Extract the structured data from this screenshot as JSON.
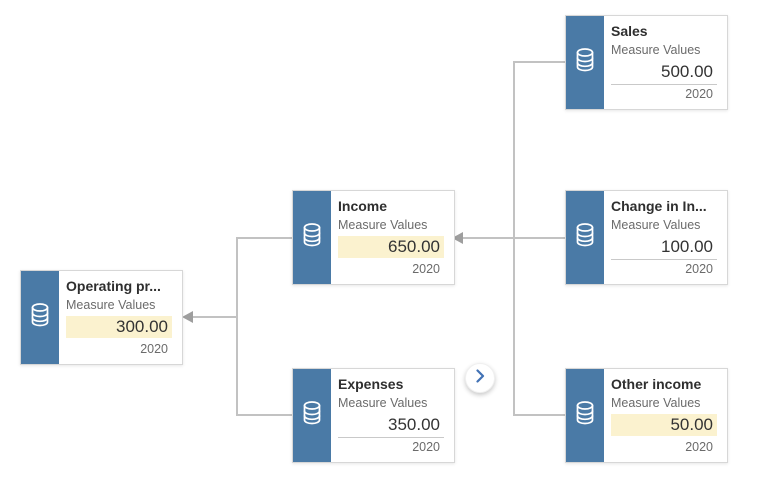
{
  "diagram": {
    "type": "value-driver-tree",
    "measure_label": "Measure Values",
    "period": "2020",
    "nodes": [
      {
        "id": "operating-profit",
        "title": "Operating pr...",
        "measure_label": "Measure Values",
        "value": "300.00",
        "period": "2020",
        "highlighted": true
      },
      {
        "id": "income",
        "title": "Income",
        "measure_label": "Measure Values",
        "value": "650.00",
        "period": "2020",
        "highlighted": true
      },
      {
        "id": "expenses",
        "title": "Expenses",
        "measure_label": "Measure Values",
        "value": "350.00",
        "period": "2020",
        "highlighted": false
      },
      {
        "id": "sales",
        "title": "Sales",
        "measure_label": "Measure Values",
        "value": "500.00",
        "period": "2020",
        "highlighted": false
      },
      {
        "id": "change-in-inventory",
        "title": "Change in In...",
        "measure_label": "Measure Values",
        "value": "100.00",
        "period": "2020",
        "highlighted": false
      },
      {
        "id": "other-income",
        "title": "Other income",
        "measure_label": "Measure Values",
        "value": "50.00",
        "period": "2020",
        "highlighted": true
      }
    ],
    "edges": [
      {
        "from": "income",
        "to": "operating-profit",
        "arrow": true
      },
      {
        "from": "expenses",
        "to": "operating-profit",
        "arrow": true
      },
      {
        "from": "sales",
        "to": "income",
        "arrow": true
      },
      {
        "from": "change-in-inventory",
        "to": "income",
        "arrow": true
      },
      {
        "from": "other-income",
        "to": "income",
        "arrow": true
      }
    ],
    "expand_button": {
      "icon": "chevron-right-icon",
      "attached_to": "expenses"
    },
    "colors": {
      "node_bar_blue": "#4a7aa6",
      "value_highlight": "#fbf2cf",
      "connector_gray": "#c2c2c2",
      "arrowhead_gray": "#9e9e9e",
      "chevron_blue": "#4272b5"
    }
  }
}
